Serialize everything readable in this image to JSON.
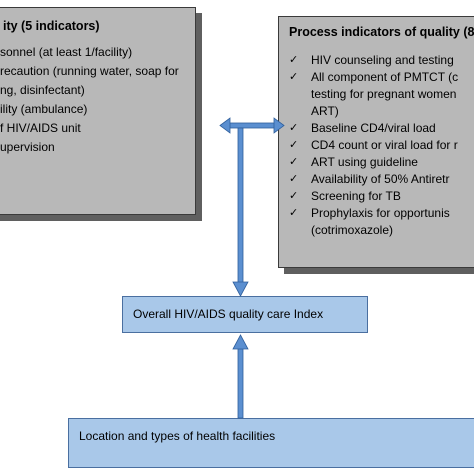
{
  "structure_box": {
    "title": "ity (5 indicators)",
    "lines": [
      "sonnel (at least 1/facility)",
      "recaution (running water, soap for",
      "ng, disinfectant)",
      "ility (ambulance)",
      "f HIV/AIDS unit",
      "upervision"
    ]
  },
  "process_box": {
    "title": "Process indicators of quality (8",
    "items": [
      {
        "text": "HIV counseling and testing",
        "check": true
      },
      {
        "text": "All component of PMTCT (c",
        "check": true
      },
      {
        "text": "testing for pregnant women",
        "check": false
      },
      {
        "text": "ART)",
        "check": false
      },
      {
        "text": " Baseline CD4/viral load",
        "check": true
      },
      {
        "text": "CD4 count or viral load for r",
        "check": true
      },
      {
        "text": " ART using guideline",
        "check": true
      },
      {
        "text": " Availability of 50% Antiretr",
        "check": true
      },
      {
        "text": "Screening for TB",
        "check": true
      },
      {
        "text": " Prophylaxis for opportunis",
        "check": true
      },
      {
        "text": "(cotrimoxazole)",
        "check": false
      }
    ]
  },
  "index_box": {
    "label": "Overall HIV/AIDS quality care Index"
  },
  "location_box": {
    "label": "Location and types of health facilities"
  },
  "glyphs": {
    "check": "✓"
  },
  "colors": {
    "grey_box": "#b8b8b8",
    "blue_box": "#a9c8e9",
    "arrow": "#5b8fd0"
  }
}
